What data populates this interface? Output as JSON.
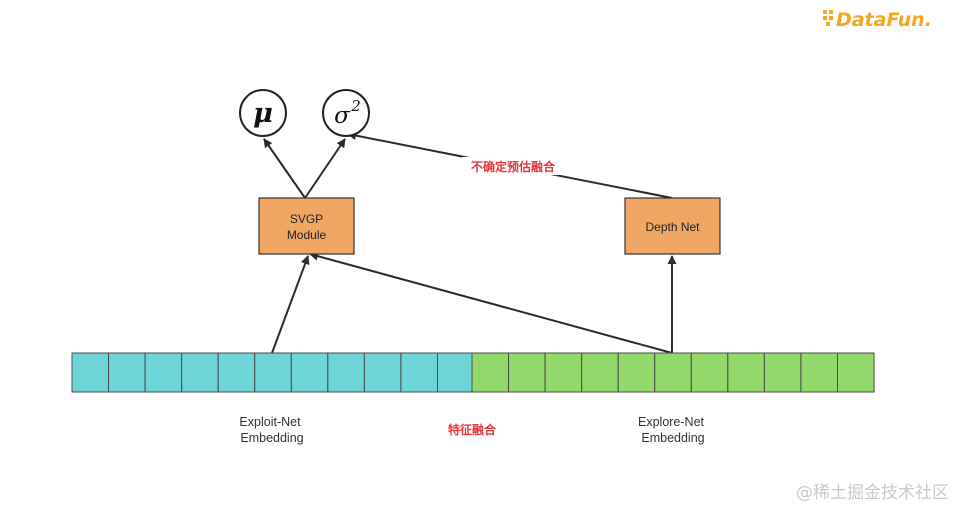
{
  "nodes": {
    "mu": {
      "symbol": "μ"
    },
    "sigma": {
      "symbol": "σ",
      "superscript": "2"
    },
    "svgp": {
      "line1": "SVGP",
      "line2": "Module",
      "fill": "#f0a764"
    },
    "depth": {
      "label": "Depth Net",
      "fill": "#f0a764"
    }
  },
  "labels": {
    "uncertainty_fusion": "不确定预估融合",
    "feature_fusion": "特征融合",
    "exploit_line1": "Exploit-Net",
    "exploit_line2": "Embedding",
    "explore_line1": "Explore-Net",
    "explore_line2": "Embedding"
  },
  "embeddings": {
    "exploit": {
      "cells": 11,
      "color": "#6dd5d7"
    },
    "explore": {
      "cells": 11,
      "color": "#93d86a"
    }
  },
  "colors": {
    "edge": "#2b2b2b",
    "red_label": "#e0393e"
  },
  "logo": {
    "text": "DataFun."
  },
  "watermark": "@稀土掘金技术社区"
}
